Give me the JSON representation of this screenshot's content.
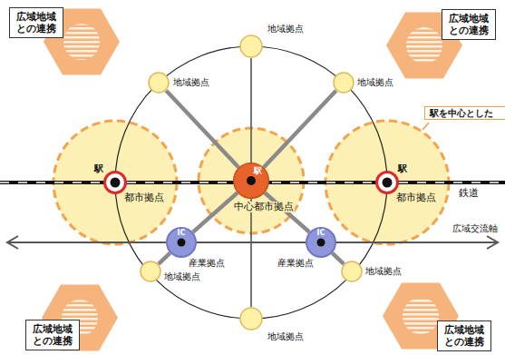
{
  "diagram": {
    "nodes": [
      {
        "text": [
          "広域地域 との連携"
        ]
      },
      {
        "text": [
          "地域拠点"
        ]
      },
      {
        "text": [
          "広域地域 との連携"
        ]
      },
      {
        "text": [
          "地域拠点"
        ]
      },
      {
        "text": [
          "地域拠点"
        ]
      },
      {
        "text": [
          "駅を中心とした"
        ]
      },
      {
        "text": [
          "駅",
          "都市拠点"
        ]
      },
      {
        "text": [
          "駅",
          "中心都市拠点"
        ]
      },
      {
        "text": [
          "駅",
          "都市拠点"
        ]
      },
      {
        "text": [
          "IC",
          "産業拠点"
        ]
      },
      {
        "text": [
          "IC",
          "産業拠点"
        ]
      },
      {
        "text": [
          "地域拠点"
        ]
      },
      {
        "text": [
          "地域拠点"
        ]
      },
      {
        "text": [
          "広域地域 との連携"
        ]
      },
      {
        "text": [
          "地域拠点"
        ]
      },
      {
        "text": [
          "広域地域 との連携"
        ]
      }
    ],
    "edges": [
      {
        "from": 7,
        "to": 1,
        "arrow": "none"
      },
      {
        "from": 7,
        "to": 3,
        "arrow": "none"
      },
      {
        "from": 7,
        "to": 4,
        "arrow": "none"
      },
      {
        "from": 7,
        "to": 9,
        "arrow": "none"
      },
      {
        "from": 9,
        "to": 11,
        "arrow": "none"
      },
      {
        "from": 7,
        "to": 10,
        "arrow": "none"
      },
      {
        "from": 10,
        "to": 12,
        "arrow": "none"
      },
      {
        "from": 7,
        "to": 14,
        "arrow": "none"
      }
    ],
    "labels": [
      "鉄道",
      "広域交流軸"
    ]
  }
}
